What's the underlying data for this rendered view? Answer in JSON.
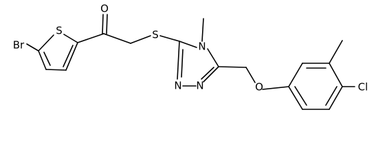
{
  "atoms": {
    "Br": "Br",
    "S_thiophene": "S",
    "O_carbonyl": "O",
    "S_thioether": "S",
    "N_methyl": "N",
    "N_ring_1": "N",
    "N_ring_2": "N",
    "O_ether": "O",
    "Cl": "Cl"
  },
  "colors": {
    "bond": "#000000",
    "label": "#000000",
    "background": "#ffffff"
  }
}
